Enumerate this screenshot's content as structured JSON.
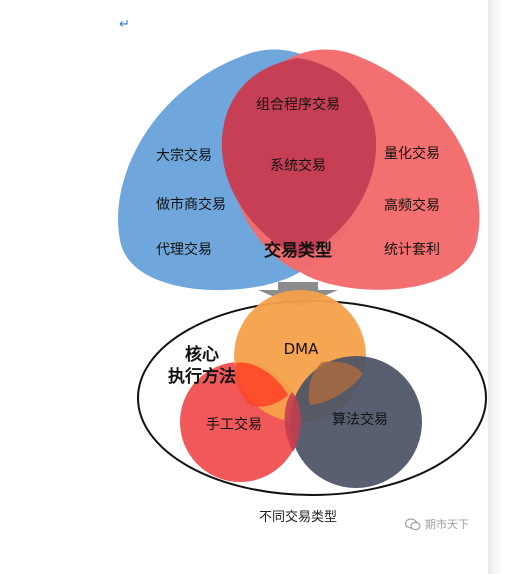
{
  "top_diagram": {
    "left_items": [
      "大宗交易",
      "做市商交易",
      "代理交易"
    ],
    "center_items": [
      "组合程序交易",
      "系统交易"
    ],
    "right_items": [
      "量化交易",
      "高频交易",
      "统计套利"
    ],
    "center_title": "交易类型",
    "colors": {
      "left": "#6fa7dc",
      "right": "#f46a6a",
      "overlap": "#c63f55"
    }
  },
  "bottom_diagram": {
    "title_line1": "核心",
    "title_line2": "执行方法",
    "circles": [
      {
        "label": "DMA",
        "color": "#f5a14a"
      },
      {
        "label": "手工交易",
        "color": "#f0585a"
      },
      {
        "label": "算法交易",
        "color": "#4a5366"
      }
    ]
  },
  "caption": "不同交易类型",
  "watermark": "期市天下"
}
